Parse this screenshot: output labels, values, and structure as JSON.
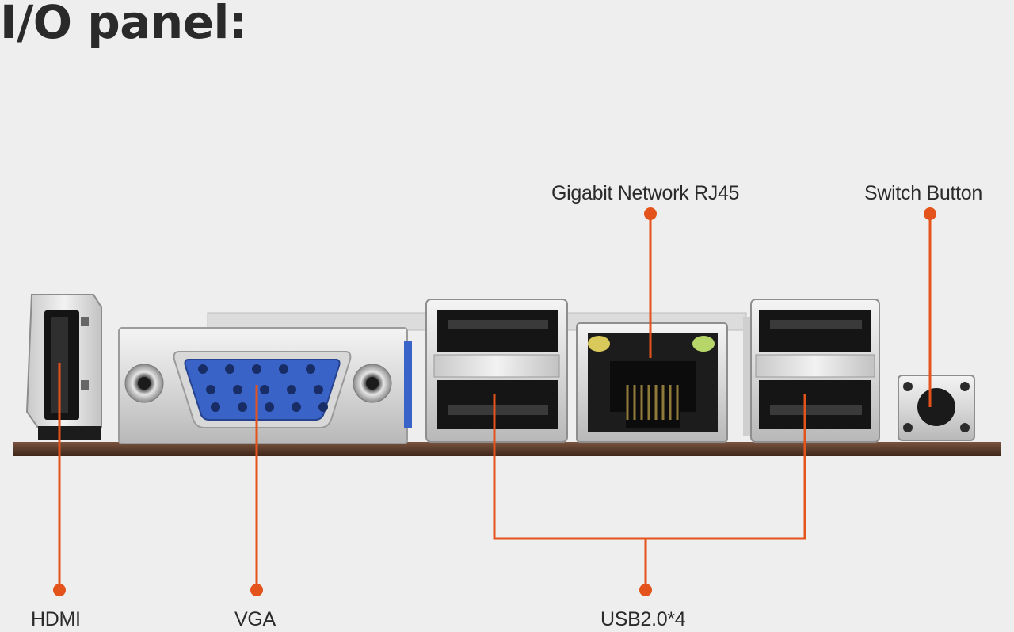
{
  "heading": "I/O panel:",
  "callouts": {
    "hdmi": "HDMI",
    "vga": "VGA",
    "usb": "USB2.0*4",
    "rj45": "Gigabit Network RJ45",
    "switch": "Switch Button"
  },
  "colors": {
    "accent": "#e4531b",
    "background": "#eeeeee",
    "board": "#5a3a2a",
    "vga_port": "#3a63c8",
    "text": "#2b2b2b"
  }
}
